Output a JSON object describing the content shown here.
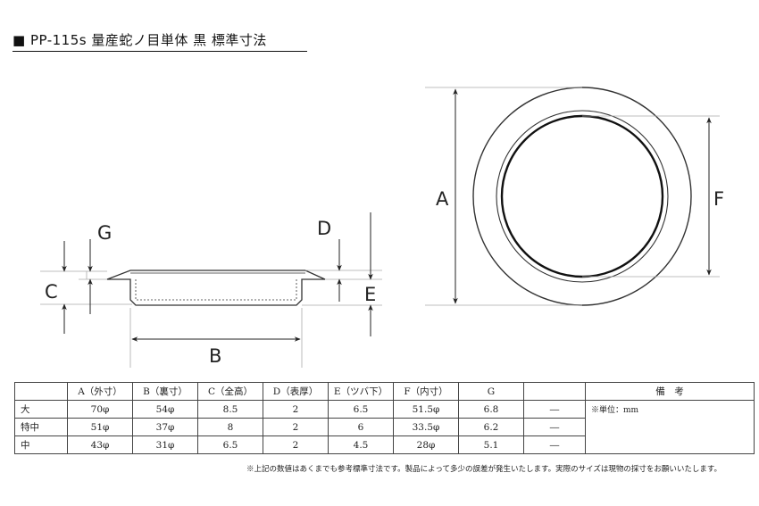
{
  "header": {
    "title": "■  PP-115s 量産蛇ノ目単体 黒 標準寸法"
  },
  "drawing": {
    "labels": {
      "a": "A",
      "b": "B",
      "c": "C",
      "d": "D",
      "e": "E",
      "f": "F",
      "g": "G"
    }
  },
  "table": {
    "headers": [
      "",
      "A（外寸）",
      "B（裏寸）",
      "C（全高）",
      "D（表厚）",
      "E（ツバ下）",
      "F（内寸）",
      "G",
      "",
      "備　考"
    ],
    "rows": [
      {
        "name": "大",
        "cells": [
          "70φ",
          "54φ",
          "8.5",
          "2",
          "6.5",
          "51.5φ",
          "6.8",
          "―"
        ]
      },
      {
        "name": "特中",
        "cells": [
          "51φ",
          "37φ",
          "8",
          "2",
          "6",
          "33.5φ",
          "6.2",
          "―"
        ]
      },
      {
        "name": "中",
        "cells": [
          "43φ",
          "31φ",
          "6.5",
          "2",
          "4.5",
          "28φ",
          "5.1",
          "―"
        ]
      }
    ],
    "note": "※単位：mm"
  },
  "footnote": "※上記の数値はあくまでも参考標準寸法です。製品によって多少の誤差が発生いたします。実際のサイズは現物の採寸をお願いいたします。"
}
